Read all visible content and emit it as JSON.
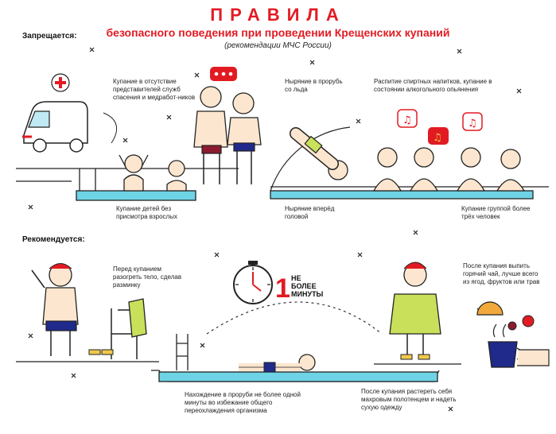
{
  "header": {
    "title": "ПРАВИЛА",
    "subtitle": "безопасного поведения при проведении Крещенских купаний",
    "note": "(рекомендации МЧС России)"
  },
  "forbidden": {
    "label": "Запрещается:",
    "items": [
      "Купание в отсутствие представителей служб спасения и медработ-ников",
      "Ныряние в прорубь со льда",
      "Распитие спиртных напитков, купание в состоянии алкогольного опьянения",
      "Купание детей без присмотра взрослых",
      "Ныряние вперёд головой",
      "Купание группой более трёх человек"
    ]
  },
  "recommended": {
    "label": "Рекомендуется:",
    "items": [
      "Перед купанием разогреть тело, сделав разминку",
      "После купания выпить горячий чай, лучше всего из ягод, фруктов или трав",
      "Нахождение в проруби не более одной минуты во избежание общего переохлаждения организма",
      "После купания растереть себя махровым полотенцем и надеть сухую одежду"
    ],
    "timer_number": "1",
    "timer_text": "НЕ БОЛЕЕ МИНУТЫ"
  },
  "colors": {
    "accent_red": "#e21b23",
    "water": "#6fd3e6",
    "lime": "#c8e05a",
    "skin": "#fde6cf",
    "yellow": "#f2c94c",
    "navy": "#1f2a8a",
    "maroon": "#8c1b2e"
  }
}
